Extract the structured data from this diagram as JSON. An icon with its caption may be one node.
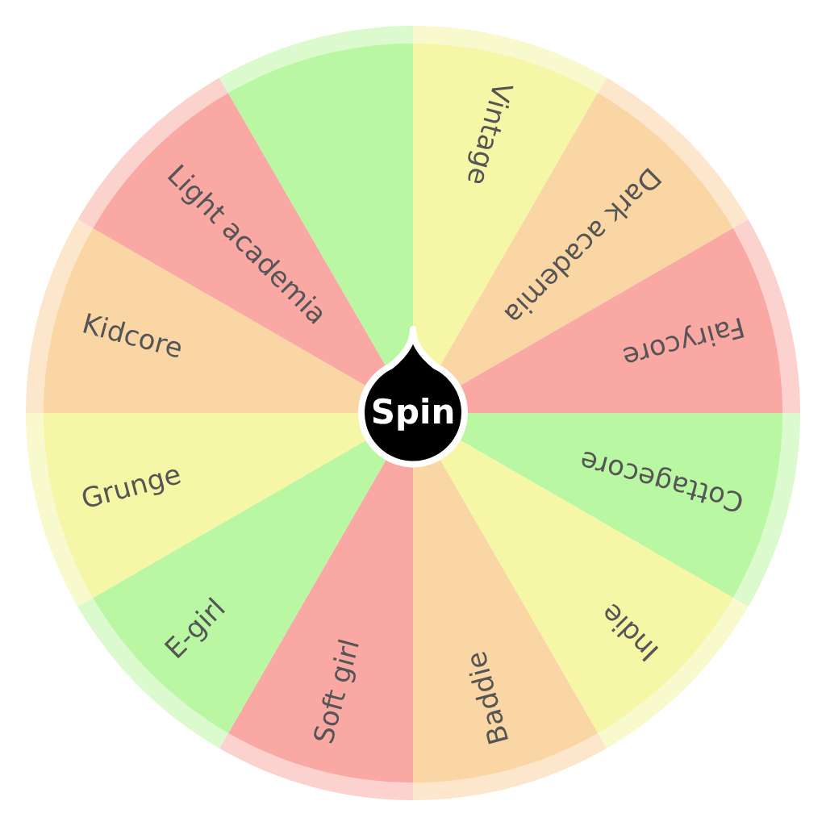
{
  "diagram": {
    "nodes": [
      {
        "text": [
          "Vintage"
        ]
      },
      {
        "text": [
          "Dark academia"
        ]
      },
      {
        "text": [
          "Fairycore"
        ]
      },
      {
        "text": [
          "Cottagecore"
        ]
      },
      {
        "text": [
          "Indie"
        ]
      },
      {
        "text": [
          "Baddie"
        ]
      },
      {
        "text": [
          "Soft girl"
        ]
      },
      {
        "text": [
          "E-girl"
        ]
      },
      {
        "text": [
          "Grunge"
        ]
      },
      {
        "text": [
          "Kidcore"
        ]
      },
      {
        "text": [
          "Light academia"
        ]
      },
      {
        "text": [],
        "shape": "wedge"
      },
      {
        "text": [
          "Spin"
        ]
      }
    ]
  }
}
